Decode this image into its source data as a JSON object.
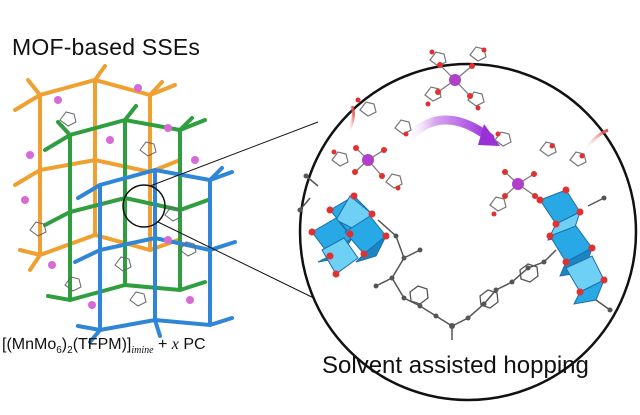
{
  "title": "MOF-based SSEs",
  "formula": {
    "open": "[(MnMo",
    "sub1": "6",
    "mid1": ")",
    "sub2": "2",
    "mid2": "(TFPM)]",
    "sub3": "imine",
    "mid3": " + ",
    "var": "x",
    "tail": " PC"
  },
  "caption": "Solvent assisted hopping",
  "colors": {
    "orange": "#f0a030",
    "green": "#2e9e3e",
    "blue": "#2f86d6",
    "octahedron": "#29a8e6",
    "oxygen": "#e03030",
    "lithium": "#b040c8",
    "ion": "#d86ad8",
    "arrow": "#b24fe0",
    "linker": "#555555"
  },
  "icons": [
    "orange-framework-icon",
    "green-framework-icon",
    "blue-framework-icon",
    "li-ion-icon",
    "pc-solvent-icon",
    "mo-octahedron-icon",
    "hopping-arrow-icon"
  ]
}
